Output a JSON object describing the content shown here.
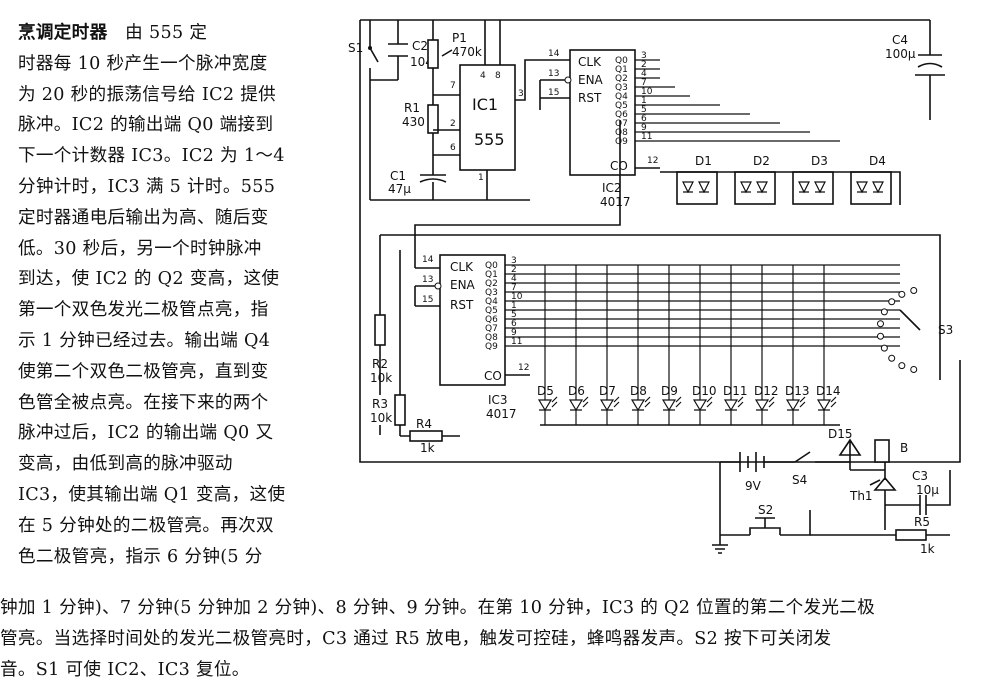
{
  "article": {
    "title": "烹调定时器",
    "column_lines": [
      "由 555 定",
      "时器每 10 秒产生一个脉冲宽度",
      "为 20 秒的振荡信号给 IC2 提供",
      "脉冲。IC2 的输出端 Q0 端接到",
      "下一个计数器 IC3。IC2 为 1～4",
      "分钟计时，IC3 满 5 计时。555",
      "定时器通电后输出为高、随后变",
      "低。30 秒后，另一个时钟脉冲",
      "到达，使 IC2 的 Q2 变高，这使",
      "第一个双色发光二极管点亮，指",
      "示 1 分钟已经过去。输出端 Q4",
      "使第二个双色二极管亮，直到变",
      "色管全被点亮。在接下来的两个",
      "脉冲过后，IC2 的输出端 Q0 又",
      "变高，由低到高的脉冲驱动",
      "IC3，使其输出端 Q1 变高，这使",
      "在 5 分钟处的二极管亮。再次双",
      "色二极管亮，指示 6 分钟(5 分"
    ],
    "full_lines": [
      "钟加 1 分钟)、7 分钟(5 分钟加 2 分钟)、8 分钟、9 分钟。在第 10 分钟，IC3 的 Q2 位置的第二个发光二极",
      "管亮。当选择时间处的发光二极管亮时，C3 通过 R5 放电，触发可控硅，蜂鸣器发声。S2 按下可关闭发",
      "音。S1 可使 IC2、IC3 复位。"
    ]
  },
  "schematic": {
    "s1": "S1",
    "c2": "C2",
    "c2_val": "104",
    "p1": "P1",
    "p1_val": "470k",
    "r1": "R1",
    "r1_val": "430",
    "c1": "C1",
    "c1_val": "47μ",
    "ic1": "IC1",
    "ic1_type": "555",
    "ic2": "IC2",
    "ic2_type": "4017",
    "ic3": "IC3",
    "ic3_type": "4017",
    "c4": "C4",
    "c4_val": "100μ",
    "r2": "R2",
    "r2_val": "10k",
    "r3": "R3",
    "r3_val": "10k",
    "r4": "R4",
    "r4_val": "1k",
    "s3": "S3",
    "s4": "S4",
    "battery": "9V",
    "s2": "S2",
    "d15": "D15",
    "buzzer": "B",
    "thyristor": "Th1",
    "c3": "C3",
    "c3_val": "10μ",
    "r5": "R5",
    "r5_val": "1k",
    "pin_clk": "CLK",
    "pin_ena": "ENA",
    "pin_rst": "RST",
    "pin_co": "CO",
    "outputs": [
      "Q0",
      "Q1",
      "Q2",
      "Q3",
      "Q4",
      "Q5",
      "Q6",
      "Q7",
      "Q8",
      "Q9"
    ],
    "out_pins": [
      "3",
      "2",
      "4",
      "7",
      "10",
      "1",
      "5",
      "6",
      "9",
      "11"
    ],
    "ic1_pins": [
      "7",
      "4",
      "8",
      "3",
      "2",
      "6",
      "1"
    ],
    "ic_input_pins": [
      "14",
      "13",
      "15"
    ],
    "co_pin": "12",
    "bicolor_leds": [
      "D1",
      "D2",
      "D3",
      "D4"
    ],
    "leds": [
      "D5",
      "D6",
      "D7",
      "D8",
      "D9",
      "D10",
      "D11",
      "D12",
      "D13",
      "D14"
    ]
  }
}
